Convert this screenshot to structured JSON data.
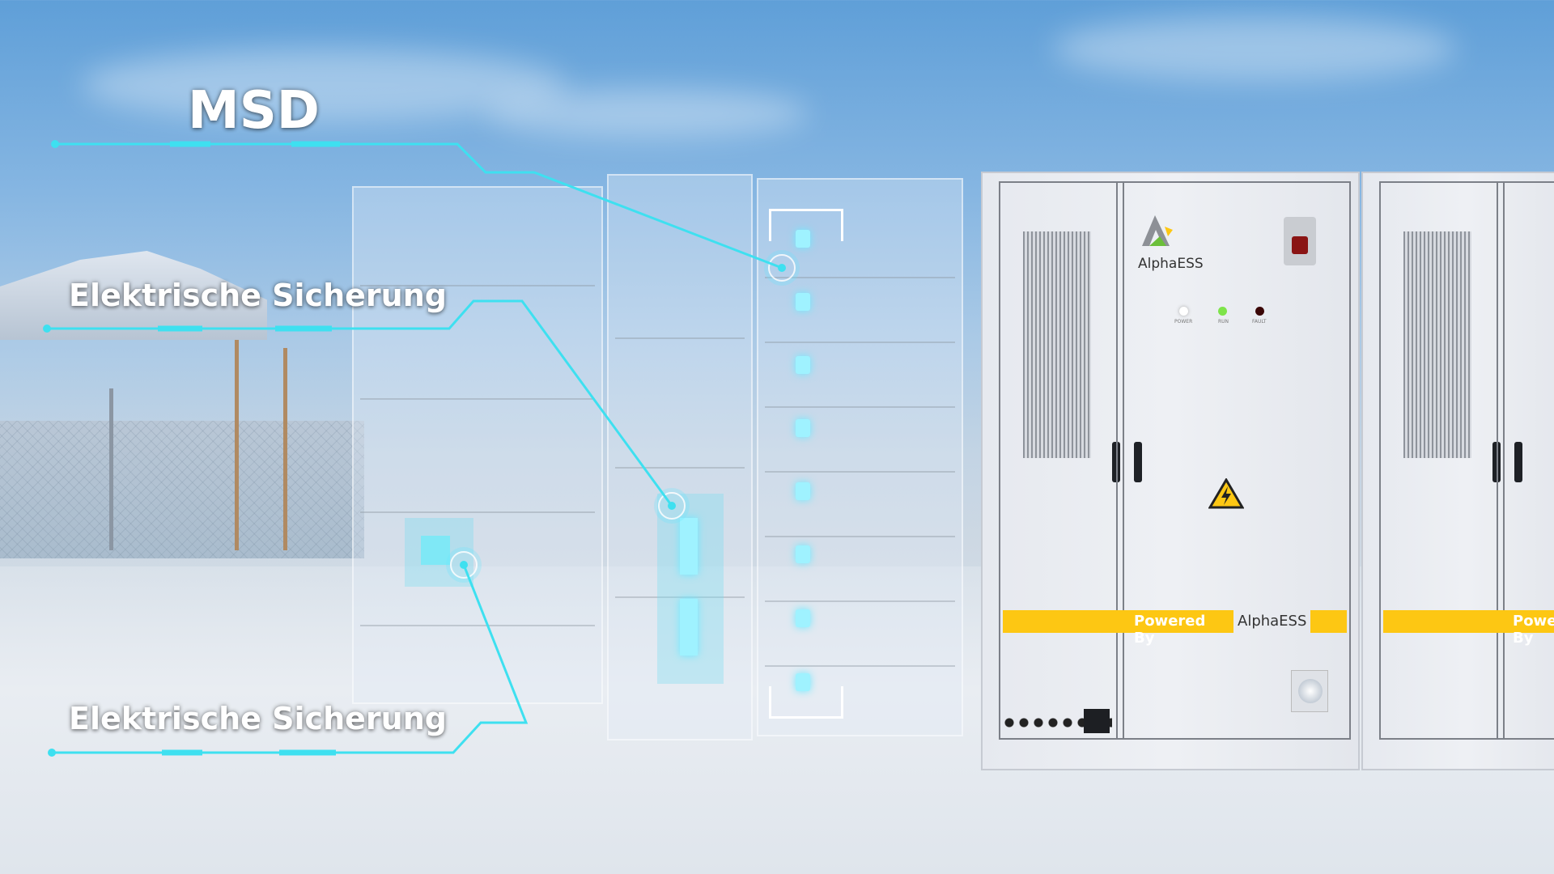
{
  "callouts": [
    {
      "label": "MSD"
    },
    {
      "label": "Elektrische Sicherung"
    },
    {
      "label": "Elektrische Sicherung"
    }
  ],
  "cabinet": {
    "brand": "AlphaESS",
    "indicators": [
      "POWER",
      "RUN",
      "FAULT"
    ],
    "stripe_text": "Powered By",
    "stripe_brand": "AlphaESS"
  },
  "colors": {
    "accent": "#3ee0f0",
    "stripe": "#fdc713"
  }
}
